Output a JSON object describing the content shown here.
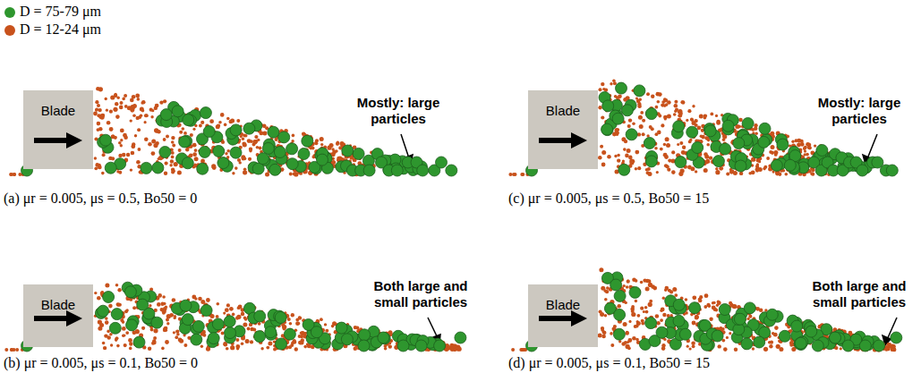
{
  "diagram": {
    "nodes": [
      {
        "text": [
          "Blade"
        ]
      },
      {
        "text": [
          "Blade"
        ]
      },
      {
        "text": [
          "Blade"
        ]
      },
      {
        "text": [
          "Blade"
        ]
      }
    ],
    "labels": [
      "Mostly: large particles",
      "(a) μr = 0.005, μs = 0.5, Bo50 = 0",
      "Mostly: large particles",
      "(c) μr = 0.005, μs = 0.5, Bo50 = 15",
      "Both large and small particles",
      "(b) μr = 0.005, μs = 0.1, Bo50 = 0",
      "Both large and small particles",
      "(d) μr = 0.005, μs = 0.1, Bo50 = 15"
    ],
    "legend": [
      {
        "text": "D = 75-79 μm",
        "color": "#2e962e"
      },
      {
        "text": "D = 12-24 μm",
        "color": "#c8521c"
      }
    ]
  }
}
